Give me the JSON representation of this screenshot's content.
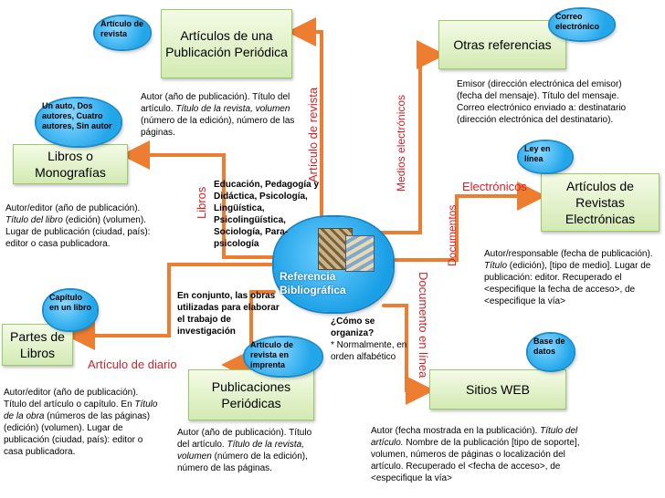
{
  "center": {
    "title": "Referencia Bibliográfica"
  },
  "boxes": {
    "articulos_publicacion": "Artículos de una Publicación Periódica",
    "otras_referencias": "Otras referencias",
    "libros": "Libros o Monografías",
    "revistas_electronicas": "Artículos de Revistas Electrónicas",
    "partes_libros": "Partes de Libros",
    "publicaciones_periodicas": "Publicaciones Periódicas",
    "sitios_web": "Sitios WEB"
  },
  "clouds": {
    "articulo_revista": "Artículo de revista",
    "correo": "Correo electrónico",
    "autores": "Un auto, Dos autores, Cuatro autores, Sin autor",
    "ley": "Ley en línea",
    "capitulo": "Capítulo en un libro",
    "revista_imprenta": "Artículo de revista en imprenta",
    "base": "Base de datos"
  },
  "links": {
    "articulo_revista": "Artículo de revista",
    "medios": "Medios electrónicos",
    "libros": "Libros",
    "electronicos": "Electrónicos",
    "documentos": "Documentos",
    "documento_linea": "Documento en línea",
    "articulo_diario": "Artículo de diario"
  },
  "texts": {
    "autor_articulo_pre": "Autor (año de publicación). Título del artículo. ",
    "autor_articulo_italic": "Título de la revista, volumen",
    "autor_articulo_post": " (número de la edición), número de las páginas.",
    "emisor": "Emisor (dirección electrónica del emisor) (fecha del mensaje). Título del mensaje. Correo electrónico enviado a: destinatario (dirección electrónica del destinatario).",
    "editor_pre": "Autor/editor (año de publicación). ",
    "editor_italic": "Título del libro",
    "editor_post": " (edición) (volumen). Lugar de publicación (ciudad, país): editor o casa publicadora.",
    "educacion": "Educación, Pedagogía y Didáctica, Psicología, Lingüística, Psicolingüística, Sociología, Para-psicología",
    "responsable_pre": "Autor/responsable (fecha de publicación). ",
    "responsable_italic": "Título",
    "responsable_post": " (edición), [tipo de medio]. Lugar de publicación: editor. Recuperado el <especifique la fecha de acceso>, de <especifique la vía>",
    "conjunto": "En conjunto, las obras utilizadas para elaborar el trabajo de investigación",
    "como_q": "¿Cómo se organiza?",
    "como_a": "* Normalmente, en orden alfabético",
    "capitulo_pre": "Autor/editor (año de publicación). Título del artículo o capítulo. En ",
    "capitulo_italic": "Título de la obra",
    "capitulo_post": " (números de las páginas) (edición) (volumen). Lugar de publicación (ciudad, país): editor o casa publicadora.",
    "periodicas_pre": "Autor (año de publicación). Título del artículo. ",
    "periodicas_italic": "Título de la revista, volumen",
    "periodicas_post": " (número de la edición), número de las páginas.",
    "web_pre": "Autor (fecha mostrada en la publicación). ",
    "web_italic": "Título del artículo.",
    "web_post": " Nombre de la publicación [tipo de soporte], volumen, números de páginas o localización del artículo. Recuperado el <fecha de acceso>, de <especifique la vía>"
  },
  "colors": {
    "line": "#ed7d31",
    "label": "#d2232a",
    "box": "#d3eab3",
    "cloud": "#21a6ea"
  }
}
